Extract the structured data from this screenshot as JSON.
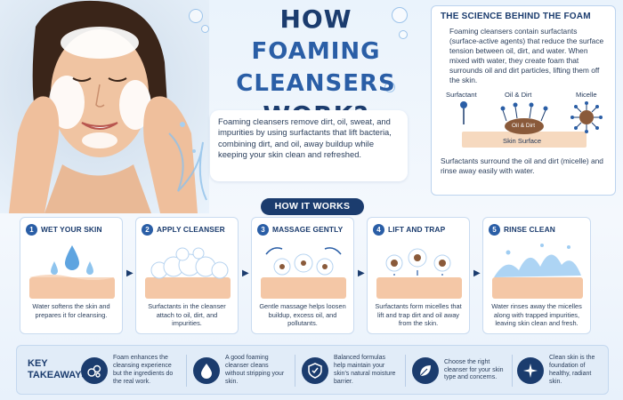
{
  "title": {
    "line1": "HOW",
    "line2": "FOAMING CLEANSERS",
    "line3": "WORK?"
  },
  "intro_text": "Foaming cleansers remove dirt, oil, sweat, and impurities by using surfactants that lift bacteria, combining dirt, and oil, away buildup while keeping your skin clean and refreshed.",
  "science": {
    "heading": "THE SCIENCE BEHIND THE FOAM",
    "text": "Foaming cleansers contain surfactants (surface-active agents) that reduce the surface tension between oil, dirt, and water. When mixed with water, they create foam that surrounds oil and dirt particles, lifting them off the skin.",
    "label_surfactant": "Surfactant",
    "label_oil_dirt": "Oil & Dirt",
    "label_micelle": "Micelle",
    "label_oil_dirt_blob": "Oil & Dirt",
    "label_skin_surface": "Skin Surface",
    "bottom_text": "Surfactants surround the oil and dirt (micelle) and rinse away easily with water."
  },
  "how_it_works": "HOW IT WORKS",
  "steps": [
    {
      "num": "1",
      "label": "WET YOUR SKIN",
      "desc": "Water softens the skin and prepares it for cleansing."
    },
    {
      "num": "2",
      "label": "APPLY CLEANSER",
      "desc": "Surfactants in the cleanser attach to oil, dirt, and impurities."
    },
    {
      "num": "3",
      "label": "MASSAGE GENTLY",
      "desc": "Gentle massage helps loosen buildup, excess oil, and pollutants."
    },
    {
      "num": "4",
      "label": "LIFT AND TRAP",
      "desc": "Surfactants form micelles that lift and trap dirt and oil away from the skin."
    },
    {
      "num": "5",
      "label": "RINSE CLEAN",
      "desc": "Water rinses away the micelles along with trapped impurities, leaving skin clean and fresh."
    }
  ],
  "takeaways": {
    "title_line1": "KEY",
    "title_line2": "TAKEAWAYS",
    "items": [
      {
        "icon": "foam-bubbles-icon",
        "text": "Foam enhances the cleansing experience but the ingredients do the real work."
      },
      {
        "icon": "water-drop-icon",
        "text": "A good foaming cleanser cleans without stripping your skin."
      },
      {
        "icon": "shield-icon",
        "text": "Balanced formulas help maintain your skin's natural moisture barrier."
      },
      {
        "icon": "leaf-icon",
        "text": "Choose the right cleanser for your skin type and concerns."
      },
      {
        "icon": "sparkle-icon",
        "text": "Clean skin is the foundation of healthy, radiant skin."
      }
    ]
  },
  "colors": {
    "navy": "#1b3c6e",
    "blue": "#2a5ea6",
    "skin": "#f2c9a8",
    "dirt": "#8a5a3a"
  }
}
